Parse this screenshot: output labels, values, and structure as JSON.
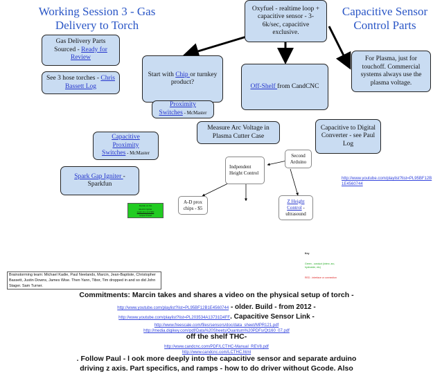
{
  "titles": {
    "left_line1": "Working Session 3 - Gas",
    "left_line2": "Delivery to Torch",
    "right_line1": "Capacitive Sensor",
    "right_line2": "Control Parts"
  },
  "nodes": {
    "oxyfuel": "Oxyfuel - realtime loop + capacitive sensor - 3-6k/sec, capacitive exclusive.",
    "gas_parts_text": "Gas Delivery Parts Sourced - ",
    "gas_parts_link": "Ready for Review",
    "hose_text": "See 3 hose torches - ",
    "hose_link": "Chris Bassett Log",
    "chip_pre": "Start with ",
    "chip_link": "Chip ",
    "chip_post": "or turnkey product?",
    "offshelf_link": "Off-Shelf ",
    "offshelf_text": "from CandCNC",
    "plasma": "For Plasma, just for touchoff. Commercial systems always use the plasma voltage.",
    "prox1_link1": "Proximity",
    "prox1_link2": "Switches",
    "prox1_suffix": " - McMaster",
    "arc": "Measure Arc Voltage in Plasma Cutter Case",
    "digital": "Capacitive to Digital Converter - see Paul Log",
    "cap_prox_link1": "Capacitive",
    "cap_prox_link2": "Proximity",
    "cap_prox_link3": "Switches",
    "cap_prox_suffix": " - McMaster",
    "indep": "Indpendent Height Control",
    "second": "Second Arduino",
    "spark_link": "Spark Gap Igniter ",
    "spark_text": "- Sparkfun",
    "adprox": "A-D prox chips - $5",
    "zheight_link1": "Z Height",
    "zheight_link2": "Control",
    "zheight_text": " - ultrasound",
    "green_box_line1": "Decide on the",
    "green_box_line2": "Electric Igniter",
    "green_box_line3": "spark-line and $90",
    "green_box_line4": "torque thread",
    "youtube_right": "http://www.youtube.com/playlist?list=PL95BF12B1E4560744"
  },
  "key": {
    "title": "Key",
    "green": "Green - conduct (interv. arc, hydroxide, etc)",
    "red": "RED - interface or connection"
  },
  "colors": {
    "box": "#c9dcf2",
    "title": "#2a56c6",
    "link": "#2233cc",
    "green": "#22cc22"
  },
  "team": "Brainstorming team: Michael Kadie, Paul Neelands, Marcin, Jean-Baptiste, Christopher Bassett, Justin Downs, James Wise. Then Yann, Tibor, Tim dropped in and so did John Stager. Sam Turner.",
  "bottom": {
    "commitments": "Commitments:  Marcin takes and shares a video on the physical setup of torch -",
    "url1": "http://www.youtube.com/playlist?list=PL95BF12B1E4560744",
    "url1_after": " - older. Build - from 2012 -",
    "url2": "http://www.youtube.com/playlist?list=PL203534A13731D4FF",
    "url2_after": ". Capacitive Sensor Link -",
    "url3": "http://www.freescale.com/files/sensors/doc/data_sheet/MPR121.pdf",
    "url4": "http://media.digikey.com/pdf/Data%20Sheets/Quantum%20PDFs/Qt160_07.pdf",
    "offshelf": "off the shelf THC-",
    "url5": "http://www.candcnc.com/PDF/LCTHC-Manual_REV8.pdf",
    "url6": "http://www.candcnc.com/LCTHC.html",
    "follow_line1": ". Follow Paul - l ook more deeply into the capacitive sensor and separate arduino",
    "follow_line2": "driving z axis. Part specifics, and ramps - how to do driver without Gcode. Also"
  }
}
